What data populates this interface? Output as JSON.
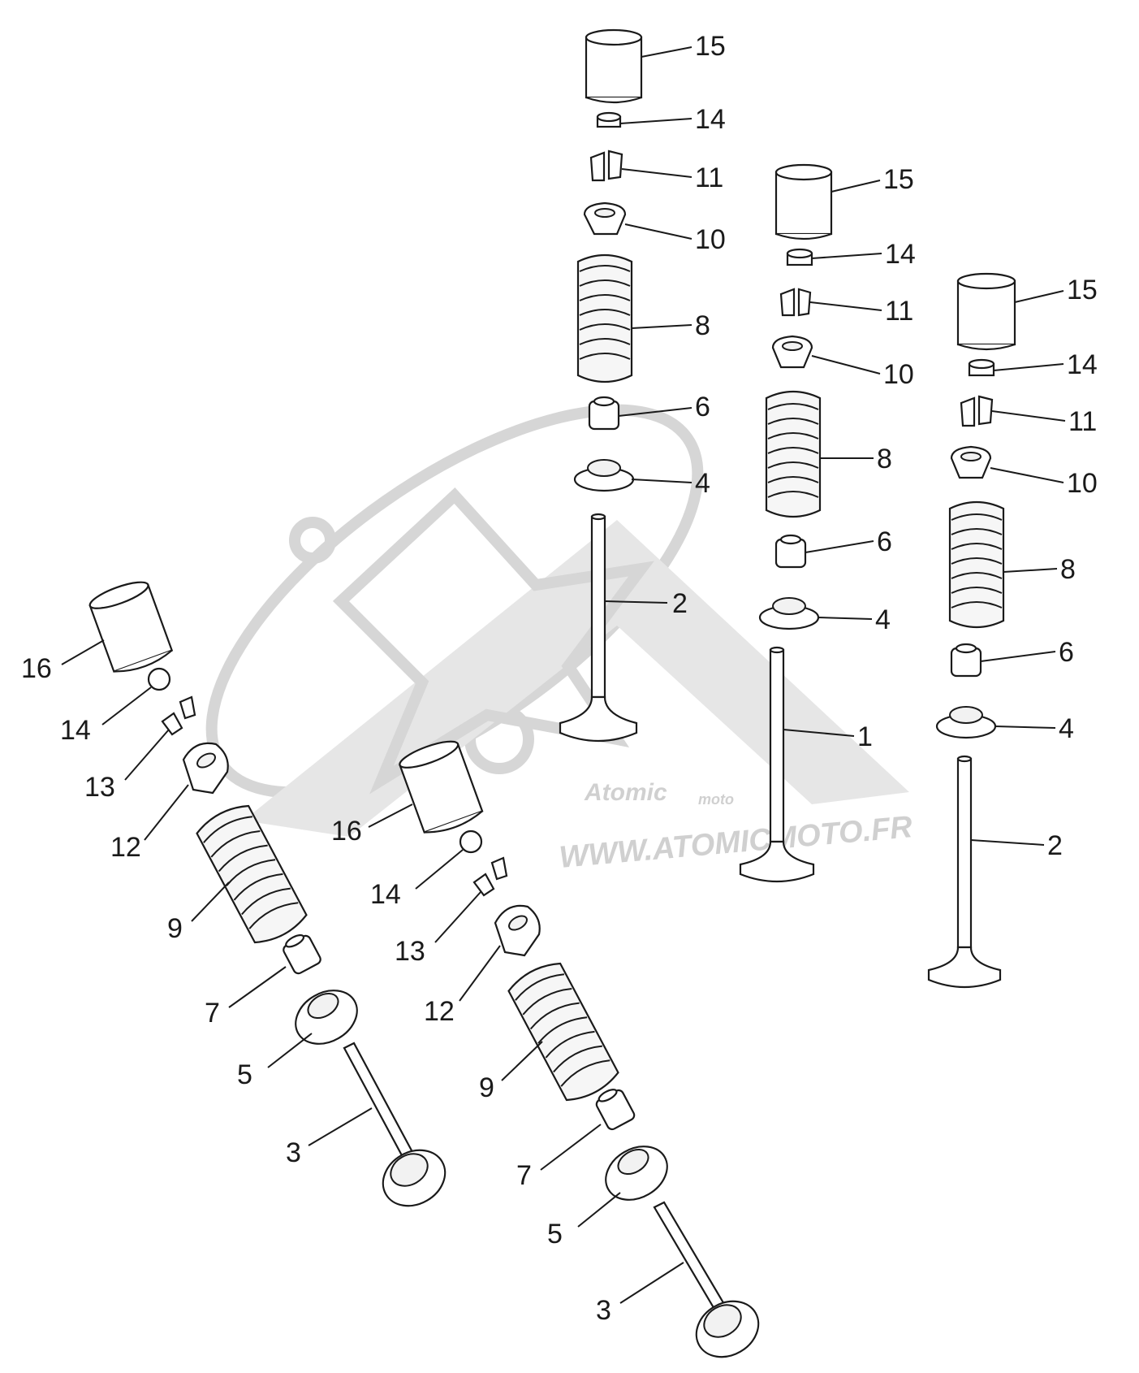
{
  "diagram": {
    "watermark": {
      "brand": "Atomic",
      "sub": "moto",
      "url": "WWW.ATOMICMOTO.FR"
    },
    "callouts": [
      {
        "id": "c1",
        "label": "15"
      },
      {
        "id": "c2",
        "label": "14"
      },
      {
        "id": "c3",
        "label": "11"
      },
      {
        "id": "c4",
        "label": "10"
      },
      {
        "id": "c5",
        "label": "8"
      },
      {
        "id": "c6",
        "label": "6"
      },
      {
        "id": "c7",
        "label": "4"
      },
      {
        "id": "c8",
        "label": "2"
      },
      {
        "id": "c9",
        "label": "15"
      },
      {
        "id": "c10",
        "label": "14"
      },
      {
        "id": "c11",
        "label": "11"
      },
      {
        "id": "c12",
        "label": "10"
      },
      {
        "id": "c13",
        "label": "8"
      },
      {
        "id": "c14",
        "label": "6"
      },
      {
        "id": "c15",
        "label": "4"
      },
      {
        "id": "c16",
        "label": "1"
      },
      {
        "id": "c17",
        "label": "15"
      },
      {
        "id": "c18",
        "label": "14"
      },
      {
        "id": "c19",
        "label": "11"
      },
      {
        "id": "c20",
        "label": "10"
      },
      {
        "id": "c21",
        "label": "8"
      },
      {
        "id": "c22",
        "label": "6"
      },
      {
        "id": "c23",
        "label": "4"
      },
      {
        "id": "c24",
        "label": "2"
      },
      {
        "id": "c25",
        "label": "16"
      },
      {
        "id": "c26",
        "label": "14"
      },
      {
        "id": "c27",
        "label": "13"
      },
      {
        "id": "c28",
        "label": "12"
      },
      {
        "id": "c29",
        "label": "9"
      },
      {
        "id": "c30",
        "label": "7"
      },
      {
        "id": "c31",
        "label": "5"
      },
      {
        "id": "c32",
        "label": "3"
      },
      {
        "id": "c33",
        "label": "16"
      },
      {
        "id": "c34",
        "label": "14"
      },
      {
        "id": "c35",
        "label": "13"
      },
      {
        "id": "c36",
        "label": "12"
      },
      {
        "id": "c37",
        "label": "9"
      },
      {
        "id": "c38",
        "label": "7"
      },
      {
        "id": "c39",
        "label": "5"
      },
      {
        "id": "c40",
        "label": "3"
      }
    ]
  }
}
